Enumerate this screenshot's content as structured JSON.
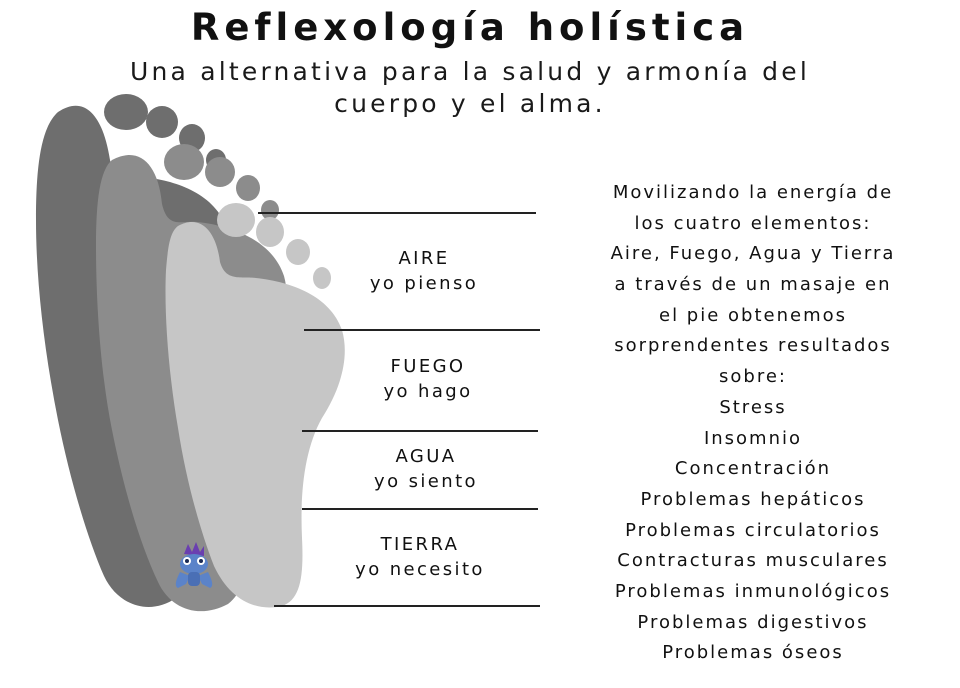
{
  "header": {
    "title": "Reflexología holística",
    "subtitle_line1": "Una alternativa para la salud y armonía del",
    "subtitle_line2": "cuerpo y el alma."
  },
  "elements": [
    {
      "name": "AIRE",
      "verb": "yo pienso"
    },
    {
      "name": "FUEGO",
      "verb": "yo hago"
    },
    {
      "name": "AGUA",
      "verb": "yo siento"
    },
    {
      "name": "TIERRA",
      "verb": "yo necesito"
    }
  ],
  "description": [
    "Movilizando la energía de",
    "los cuatro elementos:",
    "Aire, Fuego, Agua y Tierra",
    "a través de un masaje en",
    "el pie obtenemos",
    "sorprendentes resultados",
    "sobre:"
  ],
  "benefits": [
    "Stress",
    "Insomnio",
    "Concentración",
    "Problemas hepáticos",
    "Problemas circulatorios",
    "Contracturas musculares",
    "Problemas inmunológicos",
    "Problemas digestivos",
    "Problemas óseos"
  ],
  "colors": {
    "foot_dark": "#6e6e6e",
    "foot_mid": "#8c8c8c",
    "foot_light": "#c6c6c6",
    "logo": "#5b83c9"
  }
}
